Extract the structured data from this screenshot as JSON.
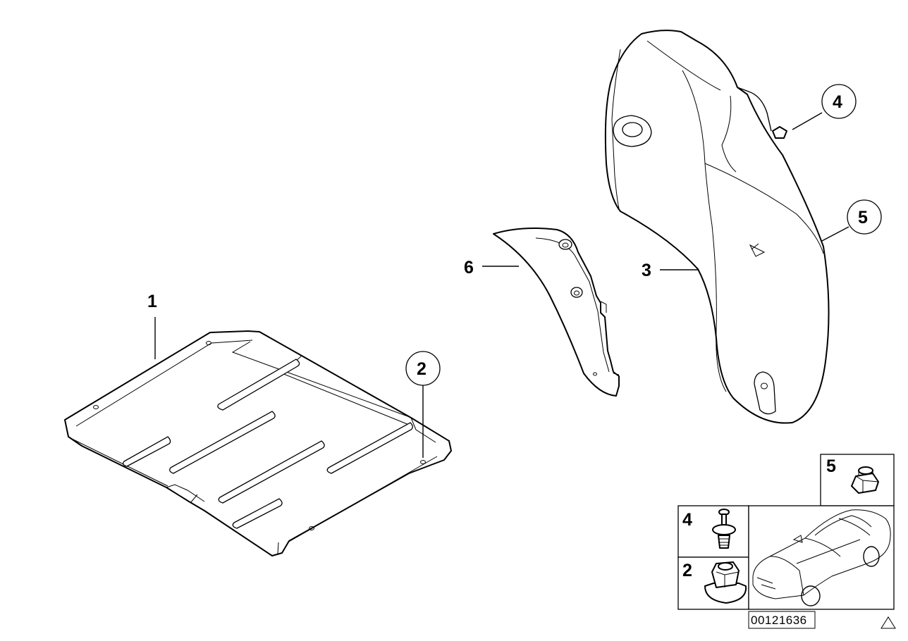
{
  "callouts": {
    "part1": "1",
    "part2": "2",
    "part3": "3",
    "part4": "4",
    "part5": "5",
    "part6": "6"
  },
  "inset": {
    "label_5": "5",
    "label_4": "4",
    "label_2": "2"
  },
  "reference_number": "00121636"
}
